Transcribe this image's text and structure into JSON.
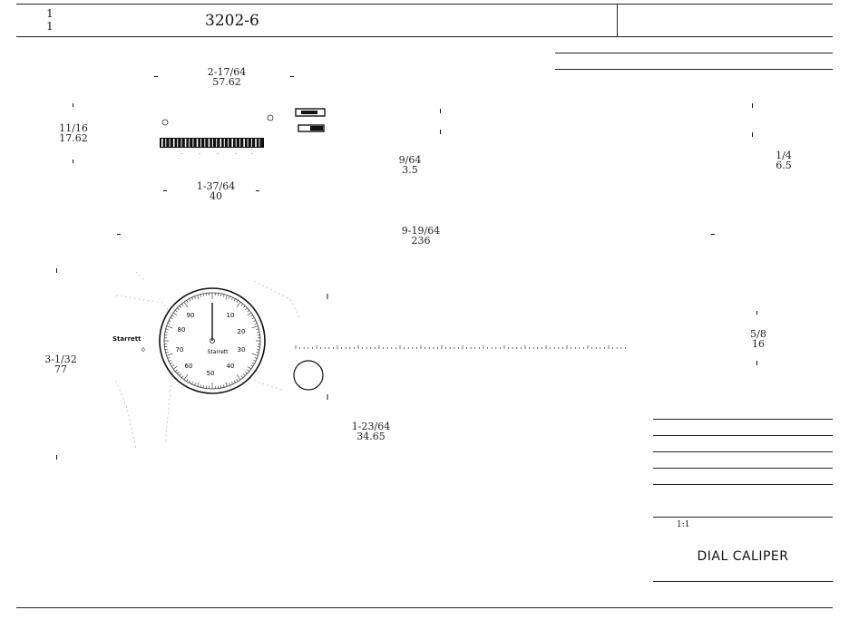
{
  "header": {
    "revision_top": "1",
    "revision_bottom": "1",
    "part_number": "3202-6"
  },
  "dimensions": {
    "overall_length": {
      "inch": "2-17/64",
      "mm": "57.62"
    },
    "height_left": {
      "inch": "11/16",
      "mm": "17.62"
    },
    "head_width": {
      "inch": "1-37/64",
      "mm": "40"
    },
    "jaw_thickness": {
      "inch": "9/64",
      "mm": "3.5"
    },
    "total_length": {
      "inch": "9-19/64",
      "mm": "236"
    },
    "body_height": {
      "inch": "3-1/32",
      "mm": "77"
    },
    "dial_offset": {
      "inch": "1-23/64",
      "mm": "34.65"
    },
    "end_thickness": {
      "inch": "1/4",
      "mm": "6.5"
    },
    "beam_width": {
      "inch": "5/8",
      "mm": "16"
    }
  },
  "dial": {
    "brand": "Starrett",
    "numbers": [
      "90",
      "10",
      "80",
      "20",
      "70",
      "30",
      "60",
      "40",
      "50"
    ]
  },
  "title_block": {
    "scale": "1:1",
    "title": "DIAL CALIPER"
  }
}
